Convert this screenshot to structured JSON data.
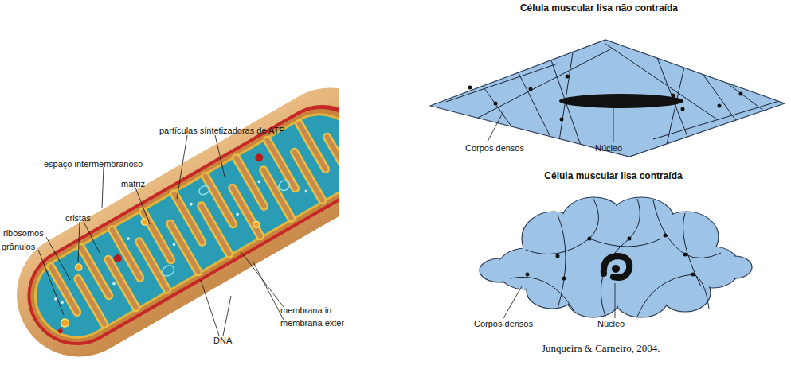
{
  "diagram": {
    "caption": "Junqueira & Carneiro, 2004.",
    "labels": [
      "partículas síntetizadoras de ATP",
      "espaço intermembranoso",
      "matriz",
      "cristas",
      "ribosomos",
      "grânulos",
      "DNA",
      "membrana in",
      "membrana exter",
      "Célula muscular lisa não contraída",
      "Corpos densos",
      "Núcleo",
      "Célula muscular lisa contraída",
      "Corpos densos",
      "Núcleo"
    ]
  }
}
